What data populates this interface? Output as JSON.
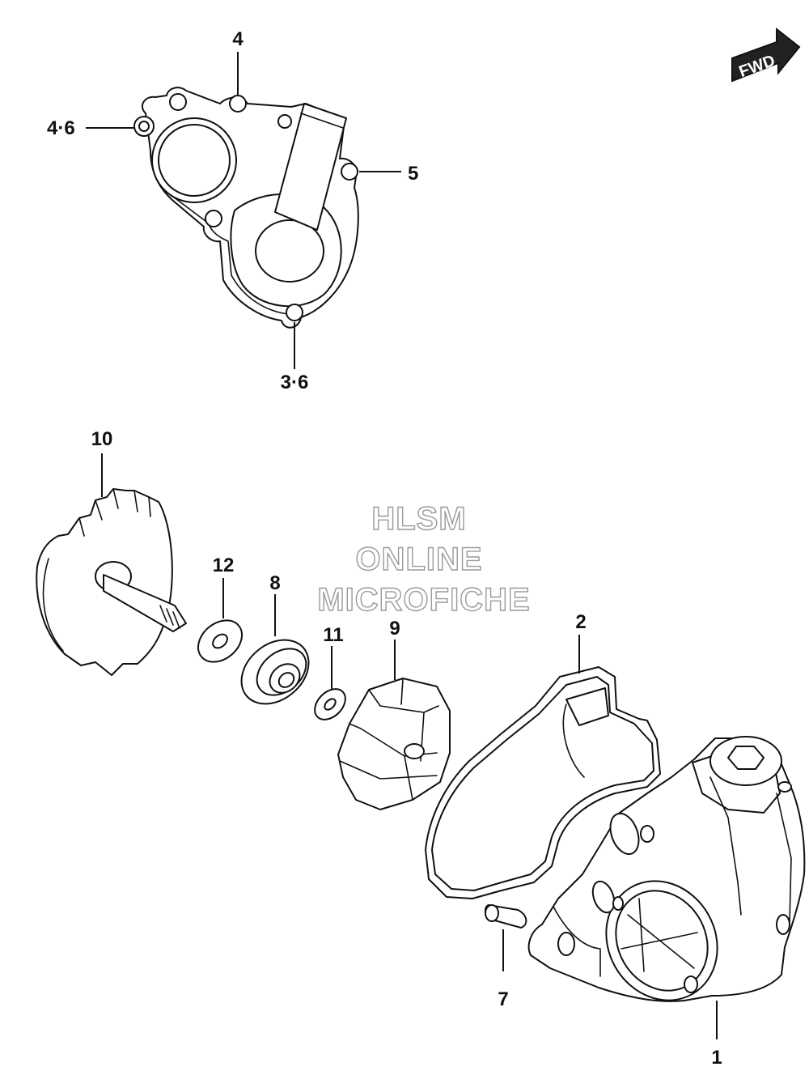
{
  "callouts": {
    "c4": "4",
    "c46": "4·6",
    "c5": "5",
    "c36": "3·6",
    "c10": "10",
    "c12": "12",
    "c8": "8",
    "c11": "11",
    "c9": "9",
    "c2": "2",
    "c7": "7",
    "c1": "1"
  },
  "watermark": {
    "line1": "HLSM",
    "line2": "ONLINE",
    "line3": "MICROFICHE"
  },
  "badge": {
    "label": "FWD"
  }
}
